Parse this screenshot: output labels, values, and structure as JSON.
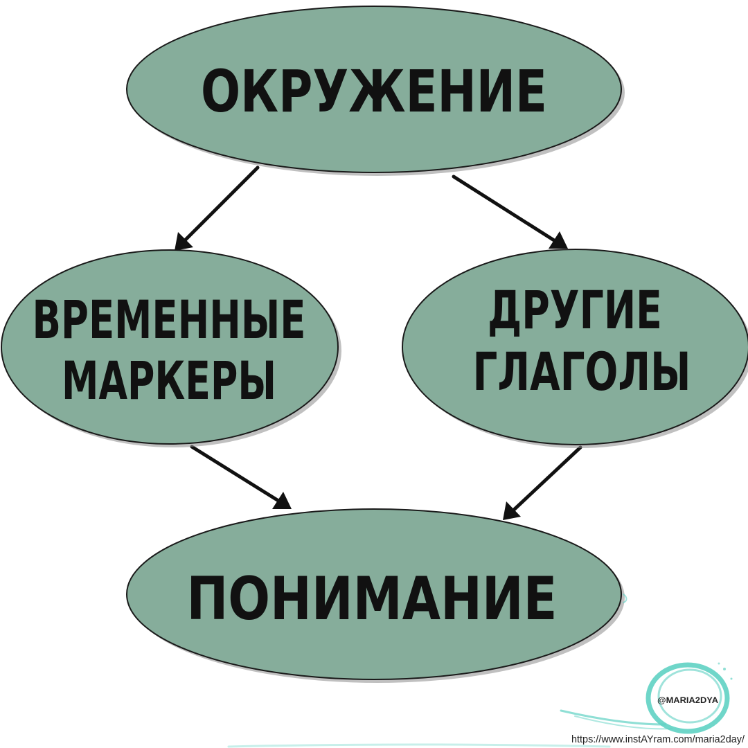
{
  "nodes": {
    "environment": "ОКРУЖЕНИЕ",
    "time_markers_line1": "ВРЕМЕННЫЕ",
    "time_markers_line2": "МАРКЕРЫ",
    "other_verbs_line1": "ДРУГИЕ",
    "other_verbs_line2": "ГЛАГОЛЫ",
    "understanding": "ПОНИМАНИЕ"
  },
  "watermark": {
    "handle": "@MARIA2DYA",
    "url": "https://www.instAYram.com/maria2day/"
  },
  "colors": {
    "node_fill": "#86ad9b",
    "node_stroke": "#1a1a1a",
    "arrow": "#111111",
    "watermark_ring": "#5fd1c3"
  }
}
